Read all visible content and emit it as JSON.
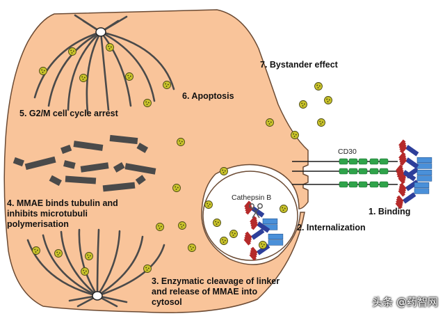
{
  "labels": {
    "step1": "1. Binding",
    "step2": "2. Internalization",
    "step3": [
      "3. Enzymatic cleavage of linker",
      "and release of MMAE into",
      "cytosol"
    ],
    "step4": [
      "4. MMAE binds tubulin and",
      "inhibits microtubuli",
      "polymerisation"
    ],
    "step5": "5. G2/M cell cycle arrest",
    "step6": "6. Apoptosis",
    "step7": "7. Bystander effect",
    "receptor": "CD30",
    "enzyme": "Cathepsin B"
  },
  "watermark": "头条 @药智网",
  "colors": {
    "cell_fill": "#F9C49A",
    "cell_outline": "#6b4a33",
    "mmae_fill": "#c9c32b",
    "receptor": "#2fa34a",
    "antibody_heavy": "#2e3f9a",
    "antibody_light": "#4a90d9",
    "payload": "#b52a2a",
    "microtubule": "#4a4a4a"
  }
}
